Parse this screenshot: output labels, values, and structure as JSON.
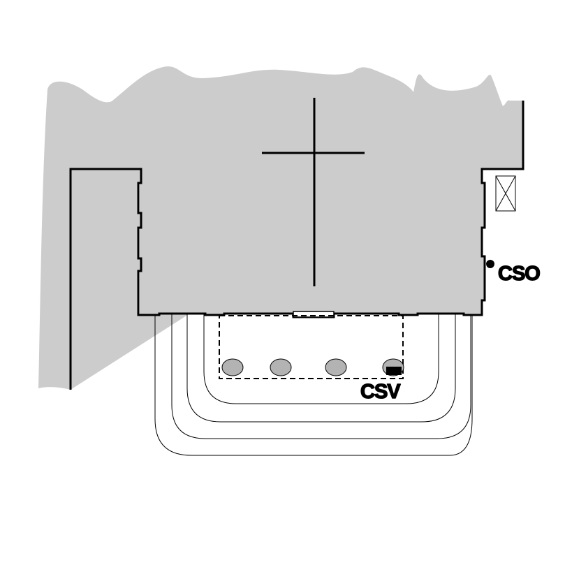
{
  "plan": {
    "colors": {
      "background": "#ffffff",
      "building_fill": "#cccccc",
      "outline": "#000000",
      "bollard_fill": "#b3b3b3"
    },
    "markers": [
      {
        "id": "cso",
        "label": "CSO",
        "symbol": "dot"
      },
      {
        "id": "csv",
        "label": "CSV",
        "symbol": "square"
      }
    ],
    "icons": {
      "building": "cross-icon",
      "utility_box": "crossed-box-icon",
      "bollards": "bollard-icon"
    },
    "bollard_count": 4
  }
}
